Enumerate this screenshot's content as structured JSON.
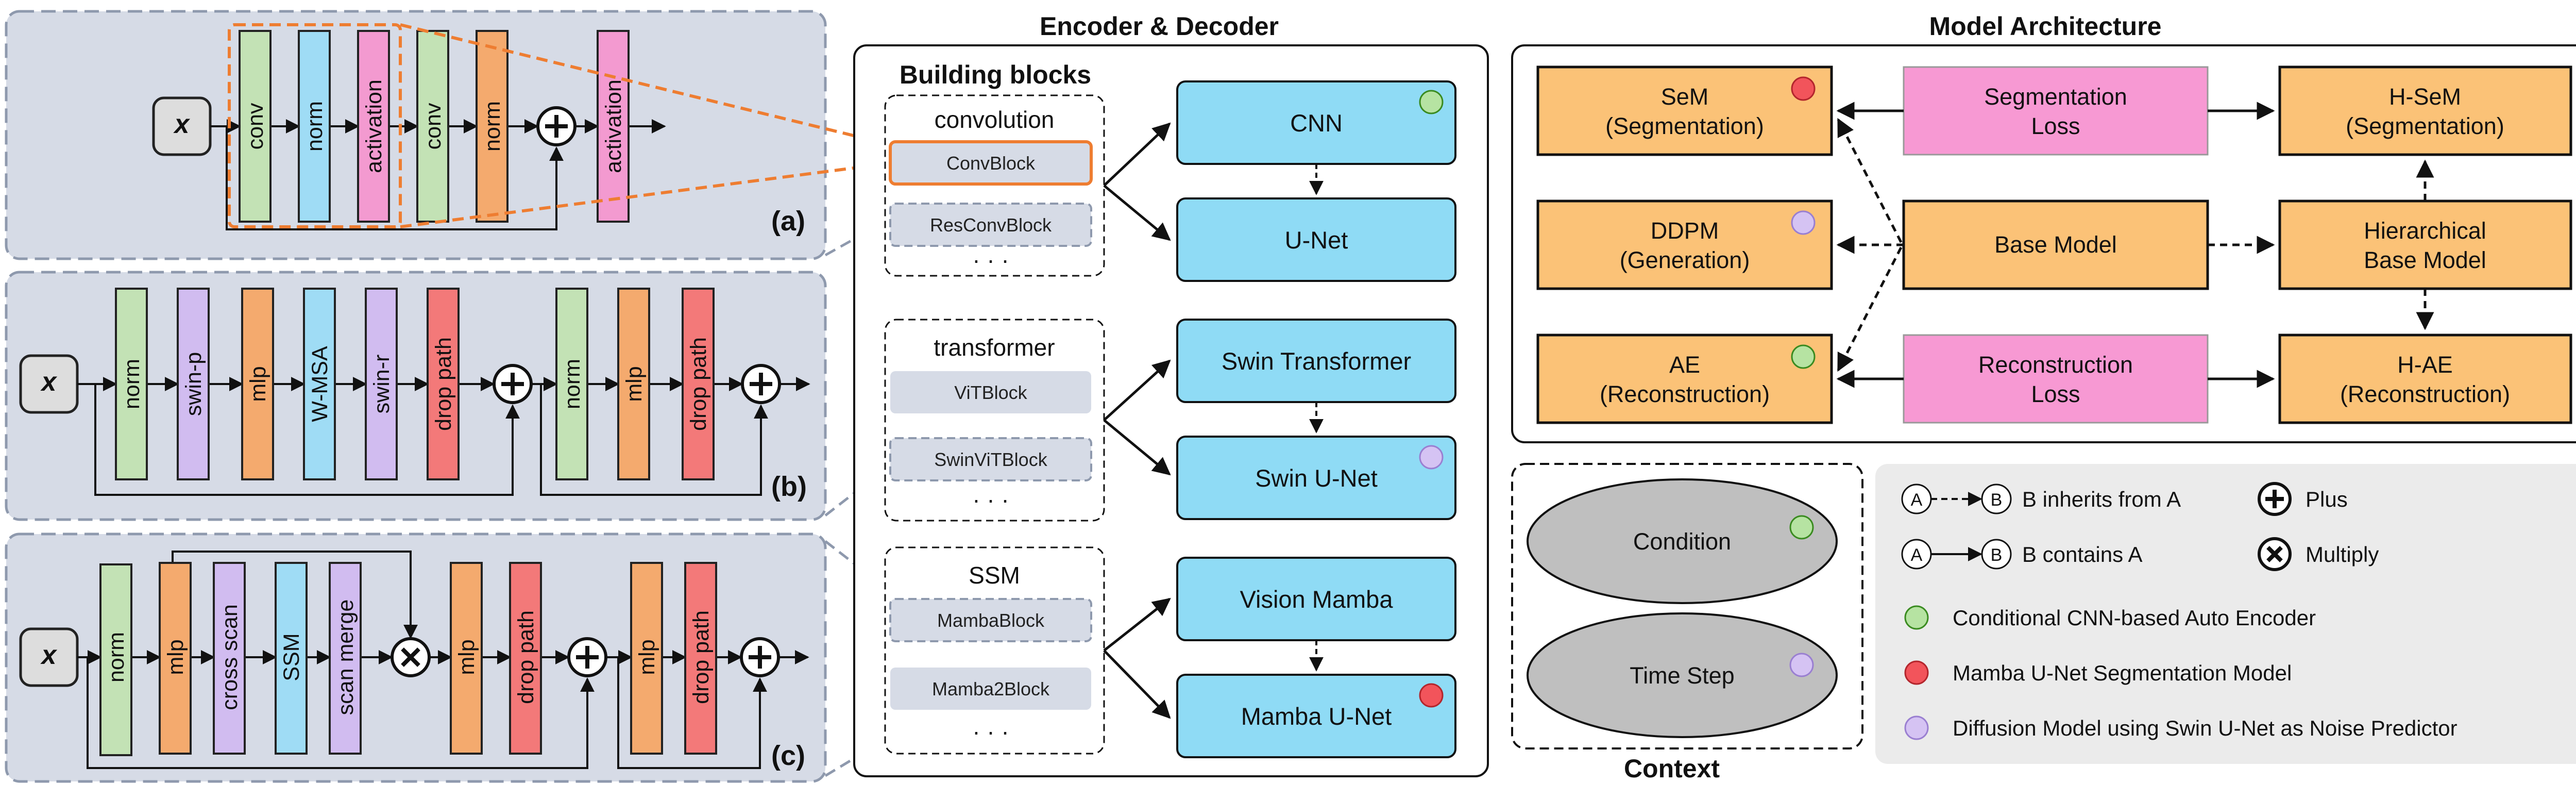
{
  "panel_a": {
    "tag": "(a)",
    "input": "x",
    "blocks": [
      "conv",
      "norm",
      "activation",
      "conv",
      "norm",
      "activation"
    ]
  },
  "panel_b": {
    "tag": "(b)",
    "input": "x",
    "blocks": [
      "norm",
      "swin-p",
      "mlp",
      "W-MSA",
      "swin-r",
      "drop path",
      "norm",
      "mlp",
      "drop path"
    ]
  },
  "panel_c": {
    "tag": "(c)",
    "input": "x",
    "blocks": [
      "norm",
      "mlp",
      "cross scan",
      "SSM",
      "scan merge",
      "mlp",
      "drop path",
      "mlp",
      "drop path"
    ]
  },
  "encoder_decoder": {
    "title": "Encoder & Decoder",
    "building_blocks_title": "Building blocks",
    "groups": [
      {
        "name": "convolution",
        "blocks": [
          "ConvBlock",
          "ResConvBlock"
        ],
        "ellipsis": "· · ·"
      },
      {
        "name": "transformer",
        "blocks": [
          "ViTBlock",
          "SwinViTBlock"
        ],
        "ellipsis": "· · ·"
      },
      {
        "name": "SSM",
        "blocks": [
          "MambaBlock",
          "Mamba2Block"
        ],
        "ellipsis": "· · ·"
      }
    ],
    "models": [
      "CNN",
      "U-Net",
      "Swin Transformer",
      "Swin U-Net",
      "Vision Mamba",
      "Mamba U-Net"
    ]
  },
  "model_architecture": {
    "title": "Model Architecture",
    "sem": [
      "SeM",
      "(Segmentation)"
    ],
    "seg_loss": [
      "Segmentation",
      "Loss"
    ],
    "hsem": [
      "H-SeM",
      "(Segmentation)"
    ],
    "ddpm": [
      "DDPM",
      "(Generation)"
    ],
    "base": "Base Model",
    "hbase": [
      "Hierarchical",
      "Base Model"
    ],
    "ae": [
      "AE",
      "(Reconstruction)"
    ],
    "rec_loss": [
      "Reconstruction",
      "Loss"
    ],
    "hae": [
      "H-AE",
      "(Reconstruction)"
    ]
  },
  "context": {
    "title": "Context",
    "items": [
      "Condition",
      "Time Step"
    ]
  },
  "legend": {
    "inherits_a": "A",
    "inherits_b": "B",
    "inherits_text": "B inherits from A",
    "contains_a": "A",
    "contains_b": "B",
    "contains_text": "B contains A",
    "plus": "Plus",
    "multiply": "Multiply",
    "green_text": "Conditional CNN-based Auto Encoder",
    "red_text": "Mamba U-Net Segmentation Model",
    "purple_text": "Diffusion Model using Swin U-Net as Noise Predictor"
  },
  "colors": {
    "panel_bg": "#d6dbe6",
    "panel_border": "#8e99ad",
    "conv_green": "#c3e2b5",
    "norm_blue": "#9fdcf5",
    "norm_orange": "#f4aa6e",
    "act_pink": "#f39ad0",
    "swin_purple": "#d1bcf0",
    "drop_red": "#f37979",
    "model_cyan": "#8fdbf5",
    "arch_orange": "#fbc277",
    "loss_pink": "#f799d3",
    "context_gray": "#bfbfbf",
    "legend_bg": "#ebebeb",
    "dot_green": "#b6e3a2",
    "dot_red": "#f2545b",
    "dot_purple": "#d5c3f3",
    "dashed_orange": "#ee7d31"
  }
}
